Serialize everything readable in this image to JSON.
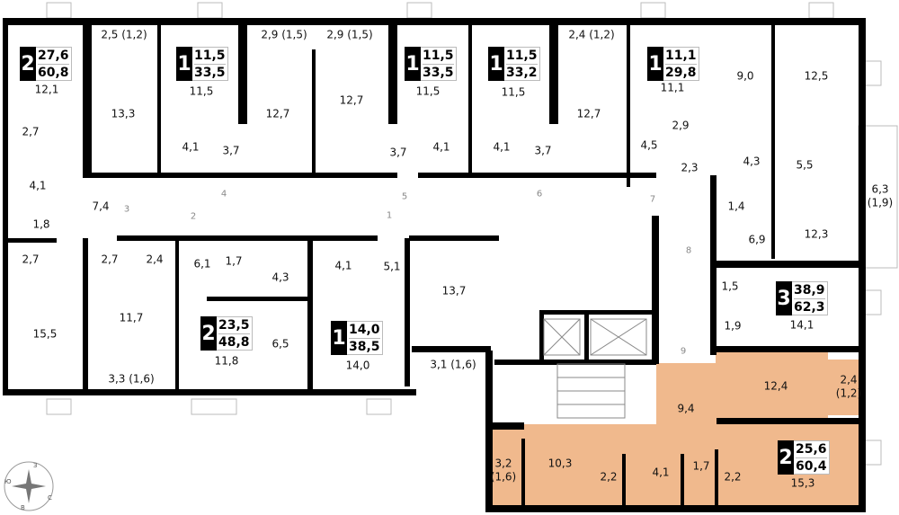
{
  "colors": {
    "wall": "#000000",
    "highlight": "#f0b98d",
    "fixture": "#888888"
  },
  "apartments": [
    {
      "rooms": "2",
      "living": "27,6",
      "total": "60,8"
    },
    {
      "rooms": "1",
      "living": "11,5",
      "total": "33,5"
    },
    {
      "rooms": "1",
      "living": "11,5",
      "total": "33,5"
    },
    {
      "rooms": "1",
      "living": "11,5",
      "total": "33,2"
    },
    {
      "rooms": "1",
      "living": "11,1",
      "total": "29,8"
    },
    {
      "rooms": "2",
      "living": "23,5",
      "total": "48,8"
    },
    {
      "rooms": "1",
      "living": "14,0",
      "total": "38,5"
    },
    {
      "rooms": "3",
      "living": "38,9",
      "total": "62,3"
    },
    {
      "rooms": "2",
      "living": "25,6",
      "total": "60,4",
      "highlighted": true
    }
  ],
  "room_areas": [
    "2,5 (1,2)",
    "2,9 (1,5)",
    "2,9 (1,5)",
    "2,4 (1,2)",
    "12,1",
    "11,5",
    "13,3",
    "12,7",
    "12,7",
    "11,5",
    "11,5",
    "12,7",
    "11,1",
    "9,0",
    "12,5",
    "2,7",
    "4,1",
    "3,7",
    "3,7",
    "4,1",
    "4,1",
    "3,7",
    "2,9",
    "4,5",
    "2,3",
    "4,3",
    "5,5",
    "6,3",
    "(1,9)",
    "4,1",
    "7,4",
    "1,8",
    "1,4",
    "6,9",
    "12,3",
    "2,7",
    "2,7",
    "2,4",
    "6,1",
    "1,7",
    "4,1",
    "5,1",
    "4,3",
    "13,7",
    "15,5",
    "11,7",
    "6,5",
    "11,8",
    "14,0",
    "3,1 (1,6)",
    "3,3 (1,6)",
    "1,5",
    "1,9",
    "14,1",
    "12,4",
    "2,4",
    "(1,2)",
    "9,4",
    "3,2",
    "(1,6)",
    "10,3",
    "2,2",
    "4,1",
    "1,7",
    "2,2",
    "15,3"
  ],
  "door_numbers": [
    "1",
    "2",
    "3",
    "4",
    "5",
    "6",
    "7",
    "8",
    "9"
  ],
  "compass": {
    "n": "С",
    "s": "Ю",
    "e": "В",
    "w": "З"
  }
}
